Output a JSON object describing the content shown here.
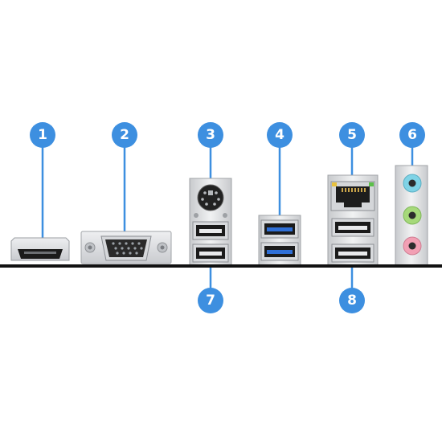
{
  "colors": {
    "accent": "#3d8fe0",
    "board_line": "#111111",
    "metal": "#d9dadc",
    "port_black": "#1b1b1b",
    "usb3_blue": "#2f6fd6",
    "audio_line_in": "#7fd3e6",
    "audio_line_out": "#a6d97a",
    "audio_mic": "#f2a0b4"
  },
  "callouts": [
    {
      "label": "1",
      "port": "hdmi-port"
    },
    {
      "label": "2",
      "port": "vga-port"
    },
    {
      "label": "3",
      "port": "ps2-port"
    },
    {
      "label": "4",
      "port": "usb3-ports"
    },
    {
      "label": "5",
      "port": "lan-port"
    },
    {
      "label": "6",
      "port": "audio-jacks"
    },
    {
      "label": "7",
      "port": "usb2-ports-left"
    },
    {
      "label": "8",
      "port": "usb2-ports-right"
    }
  ]
}
